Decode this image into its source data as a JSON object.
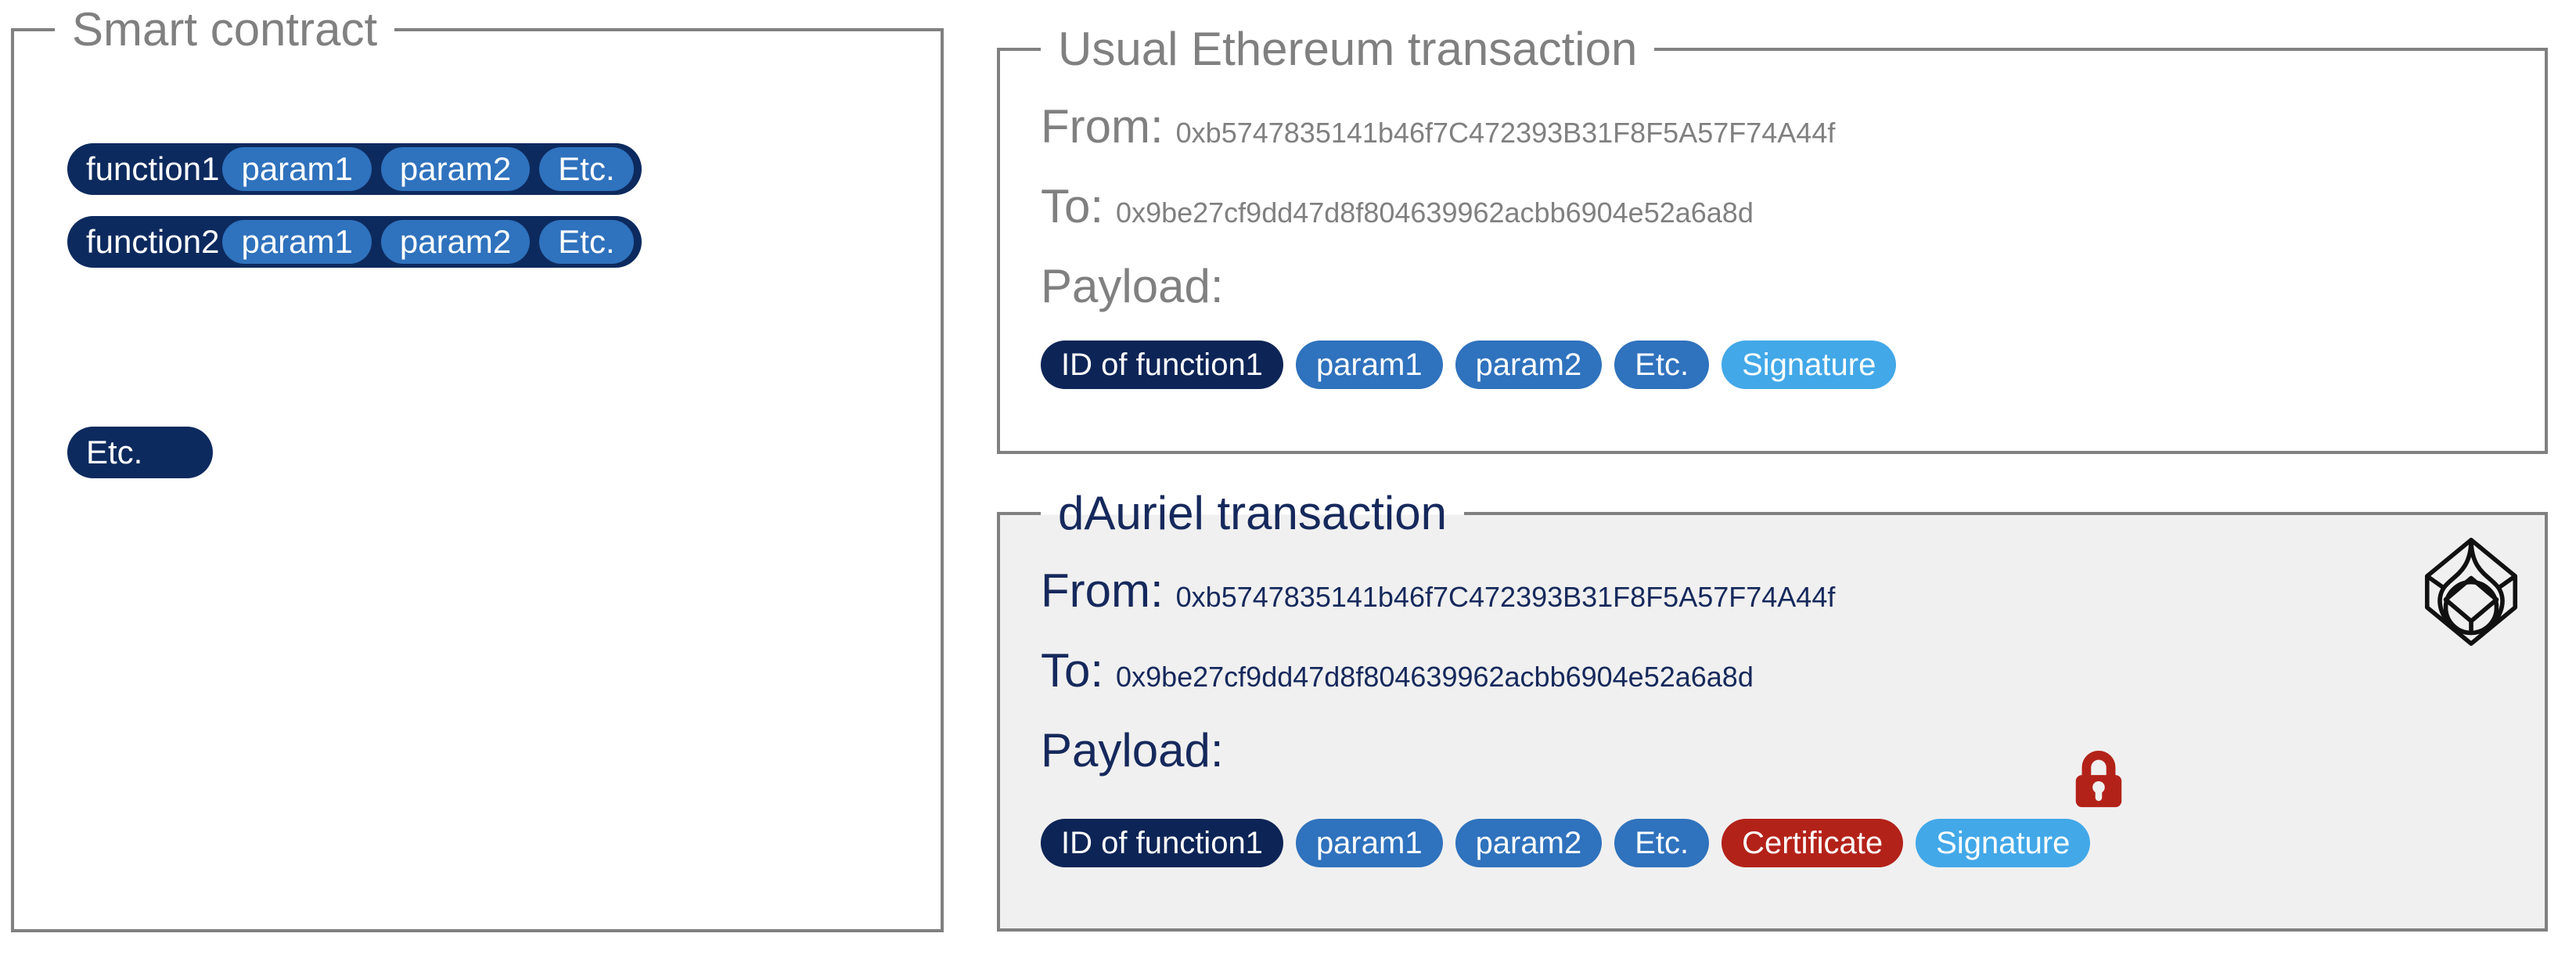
{
  "smart_contract": {
    "legend": "Smart contract",
    "rows": [
      {
        "name": "function1",
        "args": [
          "param1",
          "param2",
          "Etc."
        ]
      },
      {
        "name": "function2",
        "args": [
          "param1",
          "param2",
          "Etc."
        ]
      }
    ],
    "etc_label": "Etc."
  },
  "eth_tx": {
    "legend": "Usual Ethereum transaction",
    "from_label": "From:",
    "from_value": "0xb5747835141b46f7C472393B31F8F5A57F74A44f",
    "to_label": "To:",
    "to_value": "0x9be27cf9dd47d8f804639962acbb6904e52a6a8d",
    "payload_label": "Payload:",
    "payload": [
      {
        "text": "ID of function1",
        "color": "navy"
      },
      {
        "text": "param1",
        "color": "blue"
      },
      {
        "text": "param2",
        "color": "blue"
      },
      {
        "text": "Etc.",
        "color": "blue"
      },
      {
        "text": "Signature",
        "color": "lblue"
      }
    ]
  },
  "dauriel_tx": {
    "legend": "dAuriel transaction",
    "from_label": "From:",
    "from_value": "0xb5747835141b46f7C472393B31F8F5A57F74A44f",
    "to_label": "To:",
    "to_value": "0x9be27cf9dd47d8f804639962acbb6904e52a6a8d",
    "payload_label": "Payload:",
    "payload": [
      {
        "text": "ID of function1",
        "color": "navy"
      },
      {
        "text": "param1",
        "color": "blue"
      },
      {
        "text": "param2",
        "color": "blue"
      },
      {
        "text": "Etc.",
        "color": "blue"
      },
      {
        "text": "Certificate",
        "color": "red"
      },
      {
        "text": "Signature",
        "color": "lblue"
      }
    ],
    "lock_icon": "lock-icon",
    "brand_icon": "dauriel-diamond-logo"
  },
  "colors": {
    "navy": "#0d2456",
    "contract_navy": "#0d2a5e",
    "blue": "#2f72bd",
    "light_blue": "#42a8e8",
    "red": "#b32219",
    "border_gray": "#808080",
    "panel_shade": "#f0f0f0"
  }
}
